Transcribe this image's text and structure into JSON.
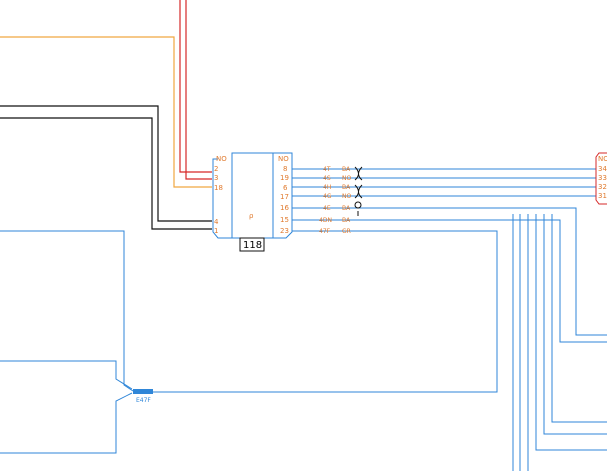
{
  "colors": {
    "blue": "#2f86d8",
    "red": "#d62828",
    "orange": "#f0a640",
    "black": "#111111",
    "label_orange": "#e07a2e",
    "box_border": "#2f86d8"
  },
  "connector_left": {
    "header": "NO",
    "pins": [
      "2",
      "3",
      "18",
      "4",
      "1"
    ]
  },
  "connector_right": {
    "header": "NO",
    "pins": [
      "8",
      "19",
      "6",
      "17",
      "16",
      "15",
      "23"
    ]
  },
  "module": {
    "number": "118",
    "symbol": "ρ"
  },
  "wires": [
    {
      "tag": "4T",
      "color": "BA"
    },
    {
      "tag": "4S",
      "color": "NO"
    },
    {
      "tag": "4H",
      "color": "BA"
    },
    {
      "tag": "4G",
      "color": "NO"
    },
    {
      "tag": "4E",
      "color": "BA"
    },
    {
      "tag": "4DN",
      "color": "BA"
    },
    {
      "tag": "47F",
      "color": "GR"
    }
  ],
  "far_connector": {
    "header": "NO",
    "pins": [
      "34",
      "33",
      "32",
      "31"
    ]
  },
  "splice": {
    "label": "E47F"
  }
}
